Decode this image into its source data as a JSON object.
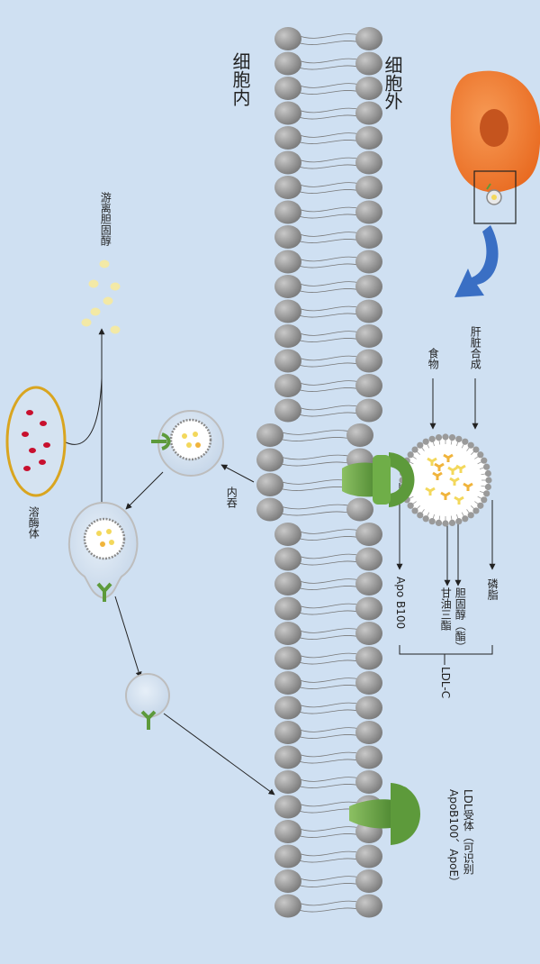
{
  "labels": {
    "inside": "细胞内",
    "outside": "细胞外",
    "free_cholesterol": "游离胆固醇",
    "lysosome": "溶酶体",
    "endocytosis": "内吞",
    "liver_synthesis": "肝脏合成",
    "food": "食物",
    "phospholipid": "磷脂",
    "cholesterol_ester": "胆固醇（酯）",
    "triglyceride": "甘油三酯",
    "apo_b100": "Apo B100",
    "ldl_c": "LDL-C",
    "receptor_line1": "LDL受体（可识别",
    "receptor_line2": "ApoB100、ApoE）"
  },
  "colors": {
    "background": "#cfe0f2",
    "membrane_head": "#9a9a9a",
    "receptor_green": "#5d9a3b",
    "liver_orange": "#f07a2f",
    "liver_nucleus": "#c5541e",
    "arrow_blue": "#3a6fc4",
    "lysosome_red": "#c8102e",
    "lysosome_rim": "#d9a520",
    "cholesterol_yellow": "#f3d85c"
  }
}
